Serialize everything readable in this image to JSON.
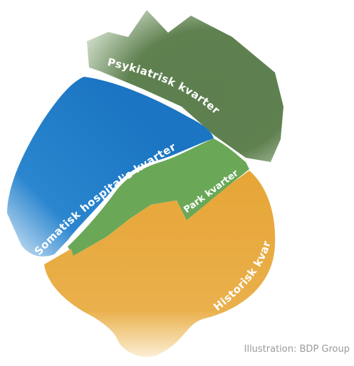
{
  "districts": {
    "psykiatrisk": {
      "label": "Psykiatrisk kvarter",
      "color": "#5d7f4f"
    },
    "somatisk": {
      "label": "Somatisk hospital's kvarter",
      "color": "#1b75c2"
    },
    "park": {
      "label": "Park kvarter",
      "color": "#6aa857"
    },
    "historisk": {
      "label": "Historisk kvarter",
      "color": "#e6a536"
    }
  },
  "credit": "Illustration: BDP Group"
}
